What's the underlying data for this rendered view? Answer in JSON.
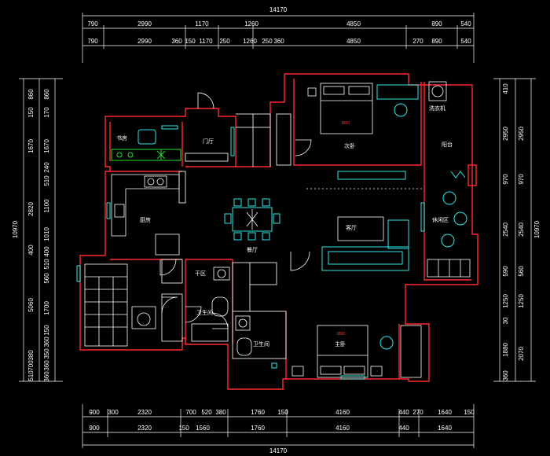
{
  "top": {
    "total": "14170",
    "row1": [
      "790",
      "2990",
      "1170",
      "1260",
      "4850",
      "890",
      "540"
    ],
    "row2": [
      "790",
      "2990",
      "360",
      "150",
      "1170",
      "250",
      "1260",
      "250",
      "360",
      "4850",
      "270",
      "890",
      "540"
    ]
  },
  "bottom": {
    "total": "14170",
    "row1": [
      "900",
      "300",
      "2320",
      "700",
      "520",
      "380",
      "1760",
      "150",
      "4160",
      "440",
      "270",
      "1640",
      "150"
    ],
    "row2": [
      "900",
      "2320",
      "150",
      "1560",
      "1760",
      "4160",
      "440",
      "1640"
    ]
  },
  "left": {
    "total": "10970",
    "col1": [
      "860",
      "150",
      "1670",
      "2820",
      "400",
      "5060",
      "700",
      "380",
      "510"
    ],
    "col2": [
      "860",
      "170",
      "1670",
      "240",
      "510",
      "1100",
      "1010",
      "400",
      "510",
      "560",
      "1700",
      "150",
      "360",
      "350",
      "360",
      "360"
    ]
  },
  "right": {
    "total": "10970",
    "col1": [
      "410",
      "2950",
      "970",
      "2540",
      "590",
      "1250",
      "30",
      "1880",
      "360"
    ],
    "col2": [
      "2950",
      "970",
      "2540",
      "560",
      "1250",
      "2070"
    ]
  },
  "rooms": {
    "study": "书房",
    "entrance": "门厅",
    "second_bedroom": "次卧",
    "balcony": "阳台",
    "laundry": "洗衣机",
    "kitchen": "厨房",
    "dining": "餐厅",
    "living": "客厅",
    "leisure": "休闲区",
    "bath1": "卫生间",
    "bath2": "卫生间",
    "hall": "干区",
    "master_bedroom": "主卧",
    "bed_label_1": "1800",
    "bed_label_2": "1800"
  }
}
